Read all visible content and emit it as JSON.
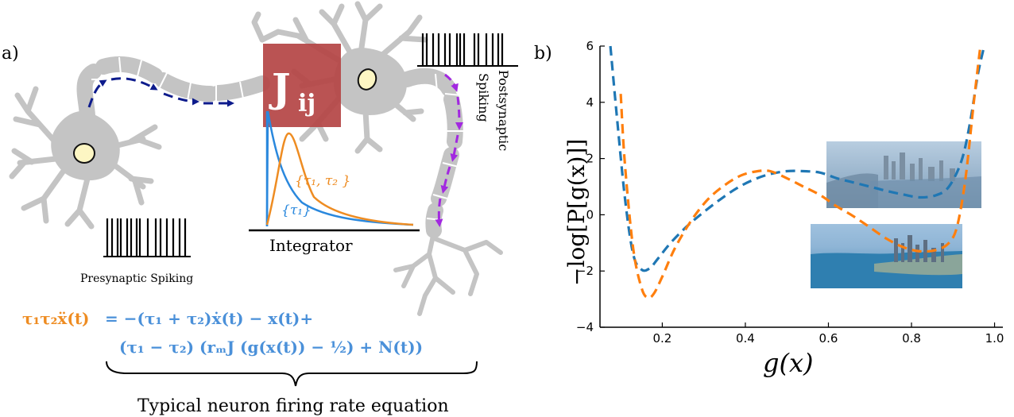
{
  "panel_a": {
    "label": "a)",
    "synapse_label": "J",
    "synapse_subscript": "ij",
    "post_spiking_line1": "Postsynaptic",
    "post_spiking_line2": "Spiking",
    "pre_spiking": "Presynaptic Spiking",
    "integrator": "Integrator",
    "kernel_two_tau": "{τ₁, τ₂ }",
    "kernel_one_tau": "{τ₁}",
    "equation_lhs": "τ₁τ₂ẍ(t)",
    "equation_line1_rhs": "=  −(τ₁ + τ₂)ẋ(t) − x(t)+",
    "equation_line2": "(τ₁ − τ₂) (rₘJ (g(x(t)) − ½) + N(t))",
    "brace_caption": "Typical neuron firing rate equation",
    "colors": {
      "neuron": "#c4c4c4",
      "nucleus": "#fdf6c3",
      "presynaptic_arrows": "#0d1b8c",
      "postsynaptic_arrows": "#a228e0",
      "synapse_box": "#b44444",
      "orange": "#ee8c22",
      "blue": "#2a88dd",
      "equation_blue": "#4a90d9"
    }
  },
  "panel_b": {
    "label": "b)"
  },
  "chart_data": {
    "type": "line",
    "xlabel": "g(x)",
    "ylabel": "−log[P[g(x)]]",
    "xlim": [
      0.05,
      1.02
    ],
    "ylim": [
      -4,
      6
    ],
    "xticks": [
      0.2,
      0.4,
      0.6,
      0.8,
      1.0
    ],
    "xtick_labels": [
      "0.2",
      "0.4",
      "0.6",
      "0.8",
      "1.0"
    ],
    "yticks": [
      -4,
      -2,
      0,
      2,
      4,
      6
    ],
    "ytick_labels": [
      "−4",
      "−2",
      "0",
      "2",
      "4",
      "6"
    ],
    "grid": false,
    "series": [
      {
        "color": "#1f77b4",
        "style": "dashed",
        "x": [
          0.075,
          0.09,
          0.11,
          0.13,
          0.15,
          0.17,
          0.19,
          0.22,
          0.26,
          0.3,
          0.34,
          0.38,
          0.42,
          0.46,
          0.5,
          0.54,
          0.58,
          0.62,
          0.66,
          0.7,
          0.74,
          0.78,
          0.82,
          0.86,
          0.89,
          0.92,
          0.94,
          0.96,
          0.975
        ],
        "values": [
          6.0,
          3.6,
          0.6,
          -1.4,
          -1.95,
          -1.9,
          -1.55,
          -1.0,
          -0.4,
          0.1,
          0.55,
          0.95,
          1.25,
          1.45,
          1.55,
          1.55,
          1.5,
          1.3,
          1.15,
          1.0,
          0.85,
          0.72,
          0.62,
          0.7,
          1.0,
          1.9,
          3.2,
          5.0,
          6.0
        ]
      },
      {
        "color": "#ff7f0e",
        "style": "dashed",
        "x": [
          0.1,
          0.11,
          0.13,
          0.15,
          0.165,
          0.18,
          0.2,
          0.23,
          0.27,
          0.31,
          0.35,
          0.39,
          0.43,
          0.46,
          0.5,
          0.54,
          0.58,
          0.62,
          0.66,
          0.7,
          0.74,
          0.78,
          0.82,
          0.86,
          0.89,
          0.91,
          0.93,
          0.95,
          0.965
        ],
        "values": [
          4.3,
          1.8,
          -1.2,
          -2.6,
          -2.95,
          -2.8,
          -2.2,
          -1.2,
          -0.2,
          0.55,
          1.05,
          1.4,
          1.55,
          1.55,
          1.3,
          1.0,
          0.7,
          0.3,
          -0.05,
          -0.45,
          -0.85,
          -1.15,
          -1.3,
          -1.25,
          -1.0,
          -0.4,
          1.3,
          4.0,
          5.9
        ]
      }
    ],
    "insets": [
      {
        "description": "aerial photo of city skyline, hazy"
      },
      {
        "description": "aerial photo of city skyline and lakefront, clear"
      }
    ]
  }
}
